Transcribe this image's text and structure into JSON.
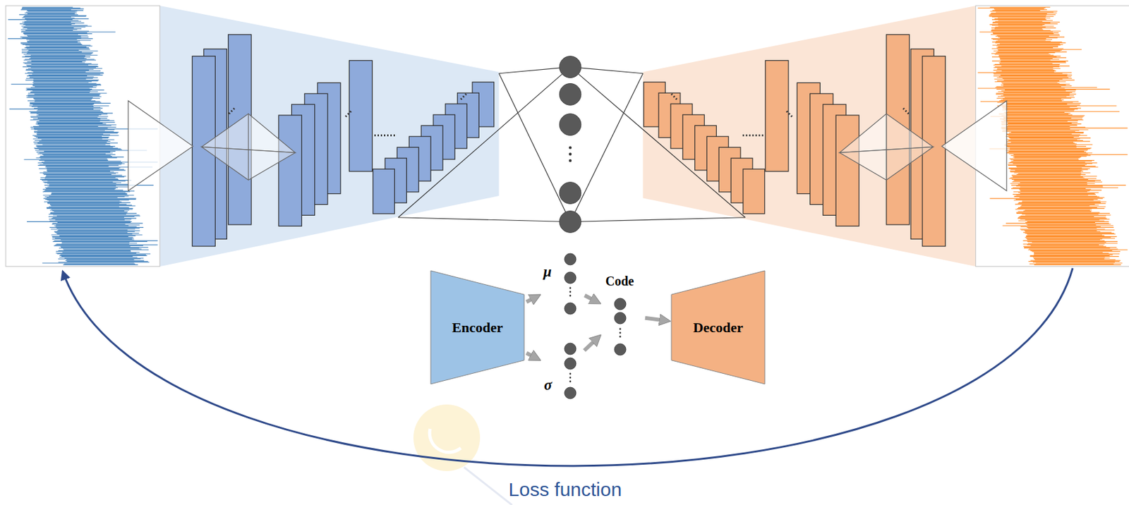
{
  "diagram": {
    "nodes": [
      {
        "text": [
          "Encoder"
        ]
      },
      {
        "text": [
          "μ"
        ]
      },
      {
        "text": [
          "σ"
        ]
      },
      {
        "text": [
          "Code"
        ]
      },
      {
        "text": [
          "Decoder"
        ]
      }
    ],
    "edges": [
      {
        "from": 0,
        "to": 1,
        "arrow": "to"
      },
      {
        "from": 0,
        "to": 2,
        "arrow": "to"
      },
      {
        "from": 1,
        "to": 3,
        "arrow": "to"
      },
      {
        "from": 2,
        "to": 3,
        "arrow": "to"
      },
      {
        "from": 3,
        "to": 4,
        "arrow": "to"
      }
    ],
    "labels": [
      "Loss function"
    ]
  }
}
